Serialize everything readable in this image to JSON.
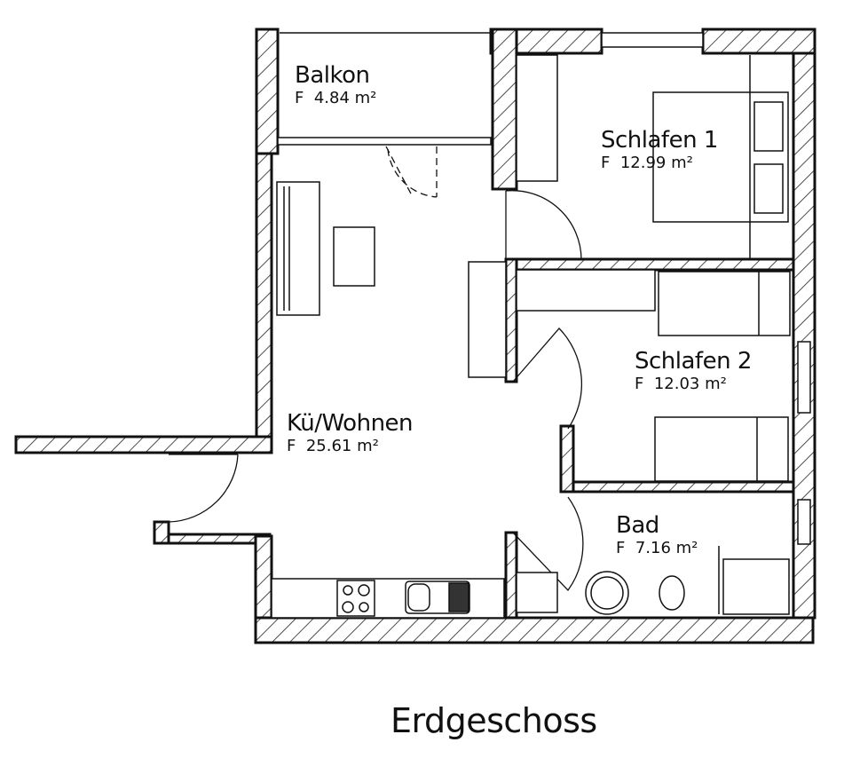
{
  "plan": {
    "title": "Erdgeschoss",
    "area_prefix": "F",
    "unit": "m²",
    "rooms": [
      {
        "id": "balkon",
        "name": "Balkon",
        "area": "4.84"
      },
      {
        "id": "schlafen1",
        "name": "Schlafen 1",
        "area": "12.99"
      },
      {
        "id": "schlafen2",
        "name": "Schlafen 2",
        "area": "12.03"
      },
      {
        "id": "kue-wohnen",
        "name": "Kü/Wohnen",
        "area": "25.61"
      },
      {
        "id": "bad",
        "name": "Bad",
        "area": "7.16"
      }
    ],
    "fixtures": [
      "stove",
      "sink",
      "washbasin",
      "toilet",
      "shower",
      "beds",
      "table",
      "sofa",
      "wardrobes"
    ],
    "colors": {
      "line": "#111111",
      "background": "#ffffff"
    }
  }
}
